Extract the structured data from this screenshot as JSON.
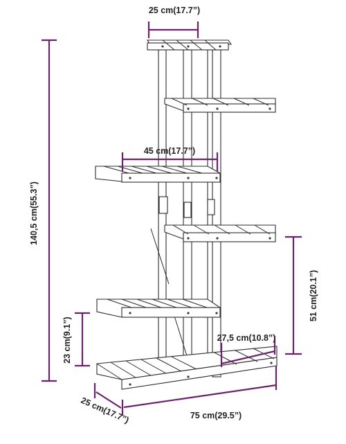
{
  "figure": {
    "dimensions": {
      "top_width": "25 cm(17.7”)",
      "total_height": "140,5 cm(55.3”)",
      "shelf_width": "45 cm(17.7”)",
      "right_gap": "51 cm(20.1”)",
      "bottom_gap": "23 cm(9.1”)",
      "small_depth": "27,5 cm(10.8”)",
      "depth": "25 cm(17.7”)",
      "total_width": "75 cm(29.5”)"
    },
    "colors": {
      "dimension_line": "#6d1f6b",
      "outline": "#2b2b2b",
      "background": "#ffffff"
    },
    "subject": "plant-stand-icon"
  }
}
